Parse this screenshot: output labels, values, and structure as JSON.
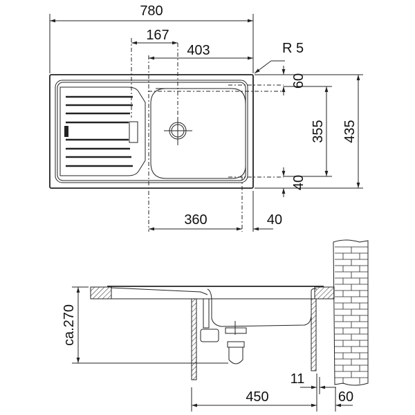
{
  "title": "Sink dimension drawing",
  "units": "mm",
  "top_view": {
    "overall_width": "780",
    "drainer_offset": "167",
    "bowl_offset": "403",
    "corner_radius": "R 5",
    "rear_margin": "60",
    "bowl_depth": "355",
    "overall_depth": "435",
    "front_margin": "40",
    "bowl_width": "360",
    "side_margin": "40"
  },
  "side_view": {
    "height": "ca.270",
    "cabinet_width": "450",
    "panel_thickness": "11",
    "wall_gap": "60"
  }
}
